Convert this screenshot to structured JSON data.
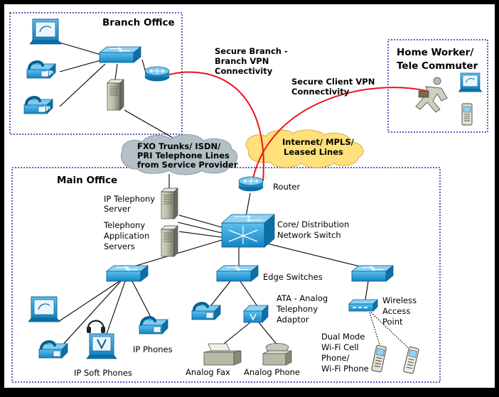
{
  "zones": {
    "branch": "Branch Office",
    "home": [
      "Home Worker/",
      "Tele Commuter"
    ],
    "main": "Main Office"
  },
  "links": {
    "branch_vpn": [
      "Secure Branch -",
      "Branch VPN",
      "Connectivity"
    ],
    "client_vpn": [
      "Secure Client VPN",
      "Connectivity"
    ]
  },
  "clouds": {
    "pstn": [
      "FXO Trunks/ ISDN/",
      "PRI Telephone Lines",
      "from Service Provider"
    ],
    "internet": [
      "Internet/ MPLS/",
      "Leased Lines"
    ]
  },
  "devices": {
    "router": "Router",
    "ip_telephony_server": [
      "IP Telephony",
      "Server"
    ],
    "telephony_app_servers": [
      "Telephony",
      "Application",
      "Servers"
    ],
    "core_switch": [
      "Core/ Distribution",
      "Network Switch"
    ],
    "edge_switches": "Edge Switches",
    "ata": [
      "ATA - Analog",
      "Telephony",
      "Adaptor"
    ],
    "wap": [
      "Wireless",
      "Access",
      "Point"
    ],
    "ip_soft_phones": "IP Soft Phones",
    "ip_phones": "IP Phones",
    "analog_fax": "Analog Fax",
    "analog_phone": "Analog Phone",
    "dual_mode": [
      "Dual Mode",
      "Wi-Fi Cell",
      "Phone/",
      "Wi-Fi Phone"
    ],
    "ip_badge": "IP"
  },
  "colors": {
    "device_blue": "#1a9ad6",
    "device_dark": "#0a5f8f",
    "vpn_red": "#e8151b",
    "zone_border": "#2a2aa8",
    "cloud_gray": "#b4c0c6",
    "cloud_yellow": "#ffe07a",
    "frame": "#000000"
  }
}
